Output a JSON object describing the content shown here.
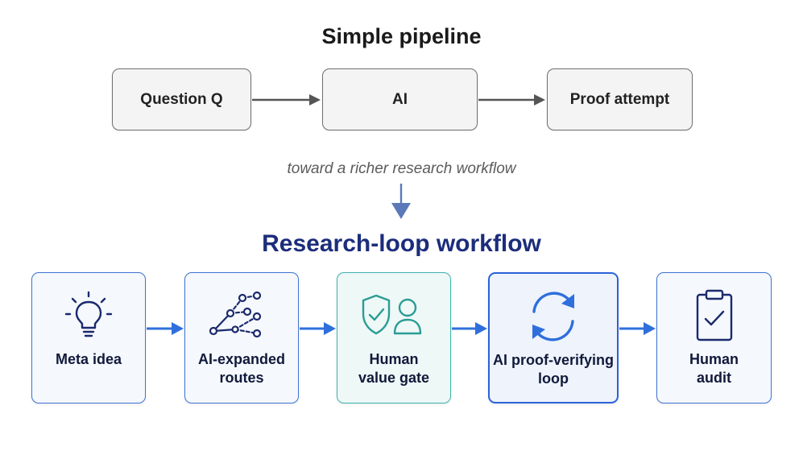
{
  "top_section": {
    "title": "Simple pipeline",
    "boxes": [
      {
        "label": "Question Q"
      },
      {
        "label": "AI"
      },
      {
        "label": "Proof attempt"
      }
    ]
  },
  "transition": {
    "caption": "toward a richer research workflow"
  },
  "bottom_section": {
    "title": "Research-loop workflow",
    "steps": [
      {
        "line1": "Meta idea",
        "line2": "",
        "icon": "lightbulb-icon"
      },
      {
        "line1": "AI-expanded",
        "line2": "routes",
        "icon": "branching-routes-icon"
      },
      {
        "line1": "Human",
        "line2": "value gate",
        "icon": "shield-person-icon"
      },
      {
        "line1": "AI proof-verifying",
        "line2": "loop",
        "icon": "refresh-loop-icon"
      },
      {
        "line1": "Human",
        "line2": "audit",
        "icon": "clipboard-check-icon"
      }
    ]
  },
  "colors": {
    "gray_arrow": "#555555",
    "blue_arrow": "#2f6fdc",
    "title_navy": "#1c2d7c",
    "card_blue": "#3f74d6",
    "card_teal": "#3fb3ad",
    "icon_navy": "#1a2a6c",
    "icon_teal": "#2a9d94",
    "icon_blue": "#2f6fdc"
  }
}
